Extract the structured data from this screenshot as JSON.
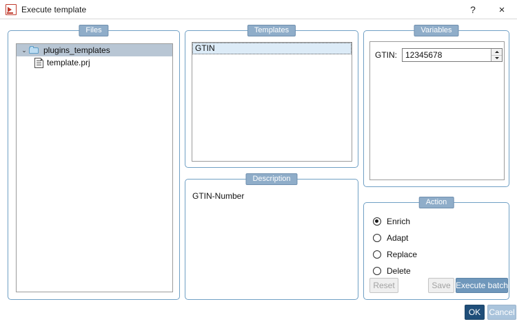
{
  "window": {
    "title": "Execute template",
    "icon": "app-icon",
    "help_label": "?",
    "close_label": "×"
  },
  "files": {
    "group_title": "Files",
    "tree": [
      {
        "label": "plugins_templates",
        "icon": "folder-icon",
        "selected": true,
        "expanded": true,
        "chevron": "⌄"
      },
      {
        "label": "template.prj",
        "icon": "file-icon",
        "selected": false,
        "child": true
      }
    ]
  },
  "templates": {
    "group_title": "Templates",
    "items": [
      {
        "label": "GTIN",
        "selected": true
      }
    ]
  },
  "description": {
    "group_title": "Description",
    "text": "GTIN-Number"
  },
  "variables": {
    "group_title": "Variables",
    "fields": [
      {
        "label": "GTIN:",
        "value": "12345678",
        "type": "spinbox"
      }
    ]
  },
  "action": {
    "group_title": "Action",
    "options": [
      {
        "label": "Enrich",
        "checked": true
      },
      {
        "label": "Adapt",
        "checked": false
      },
      {
        "label": "Replace",
        "checked": false
      },
      {
        "label": "Delete",
        "checked": false
      }
    ],
    "buttons": {
      "reset": "Reset",
      "save": "Save",
      "execute_batch": "Execute batch"
    }
  },
  "footer": {
    "ok": "OK",
    "cancel": "Cancel"
  },
  "colors": {
    "group_title_bg": "#8fadc9",
    "group_border": "#6f9fc4",
    "tree_selection": "#b8c6d4",
    "list_selection": "#dcebf7",
    "execute_batch_bg": "#6f97bb",
    "ok_bg": "#1f4e79",
    "cancel_bg": "#aac4dc",
    "app_icon": "#c0392b"
  }
}
